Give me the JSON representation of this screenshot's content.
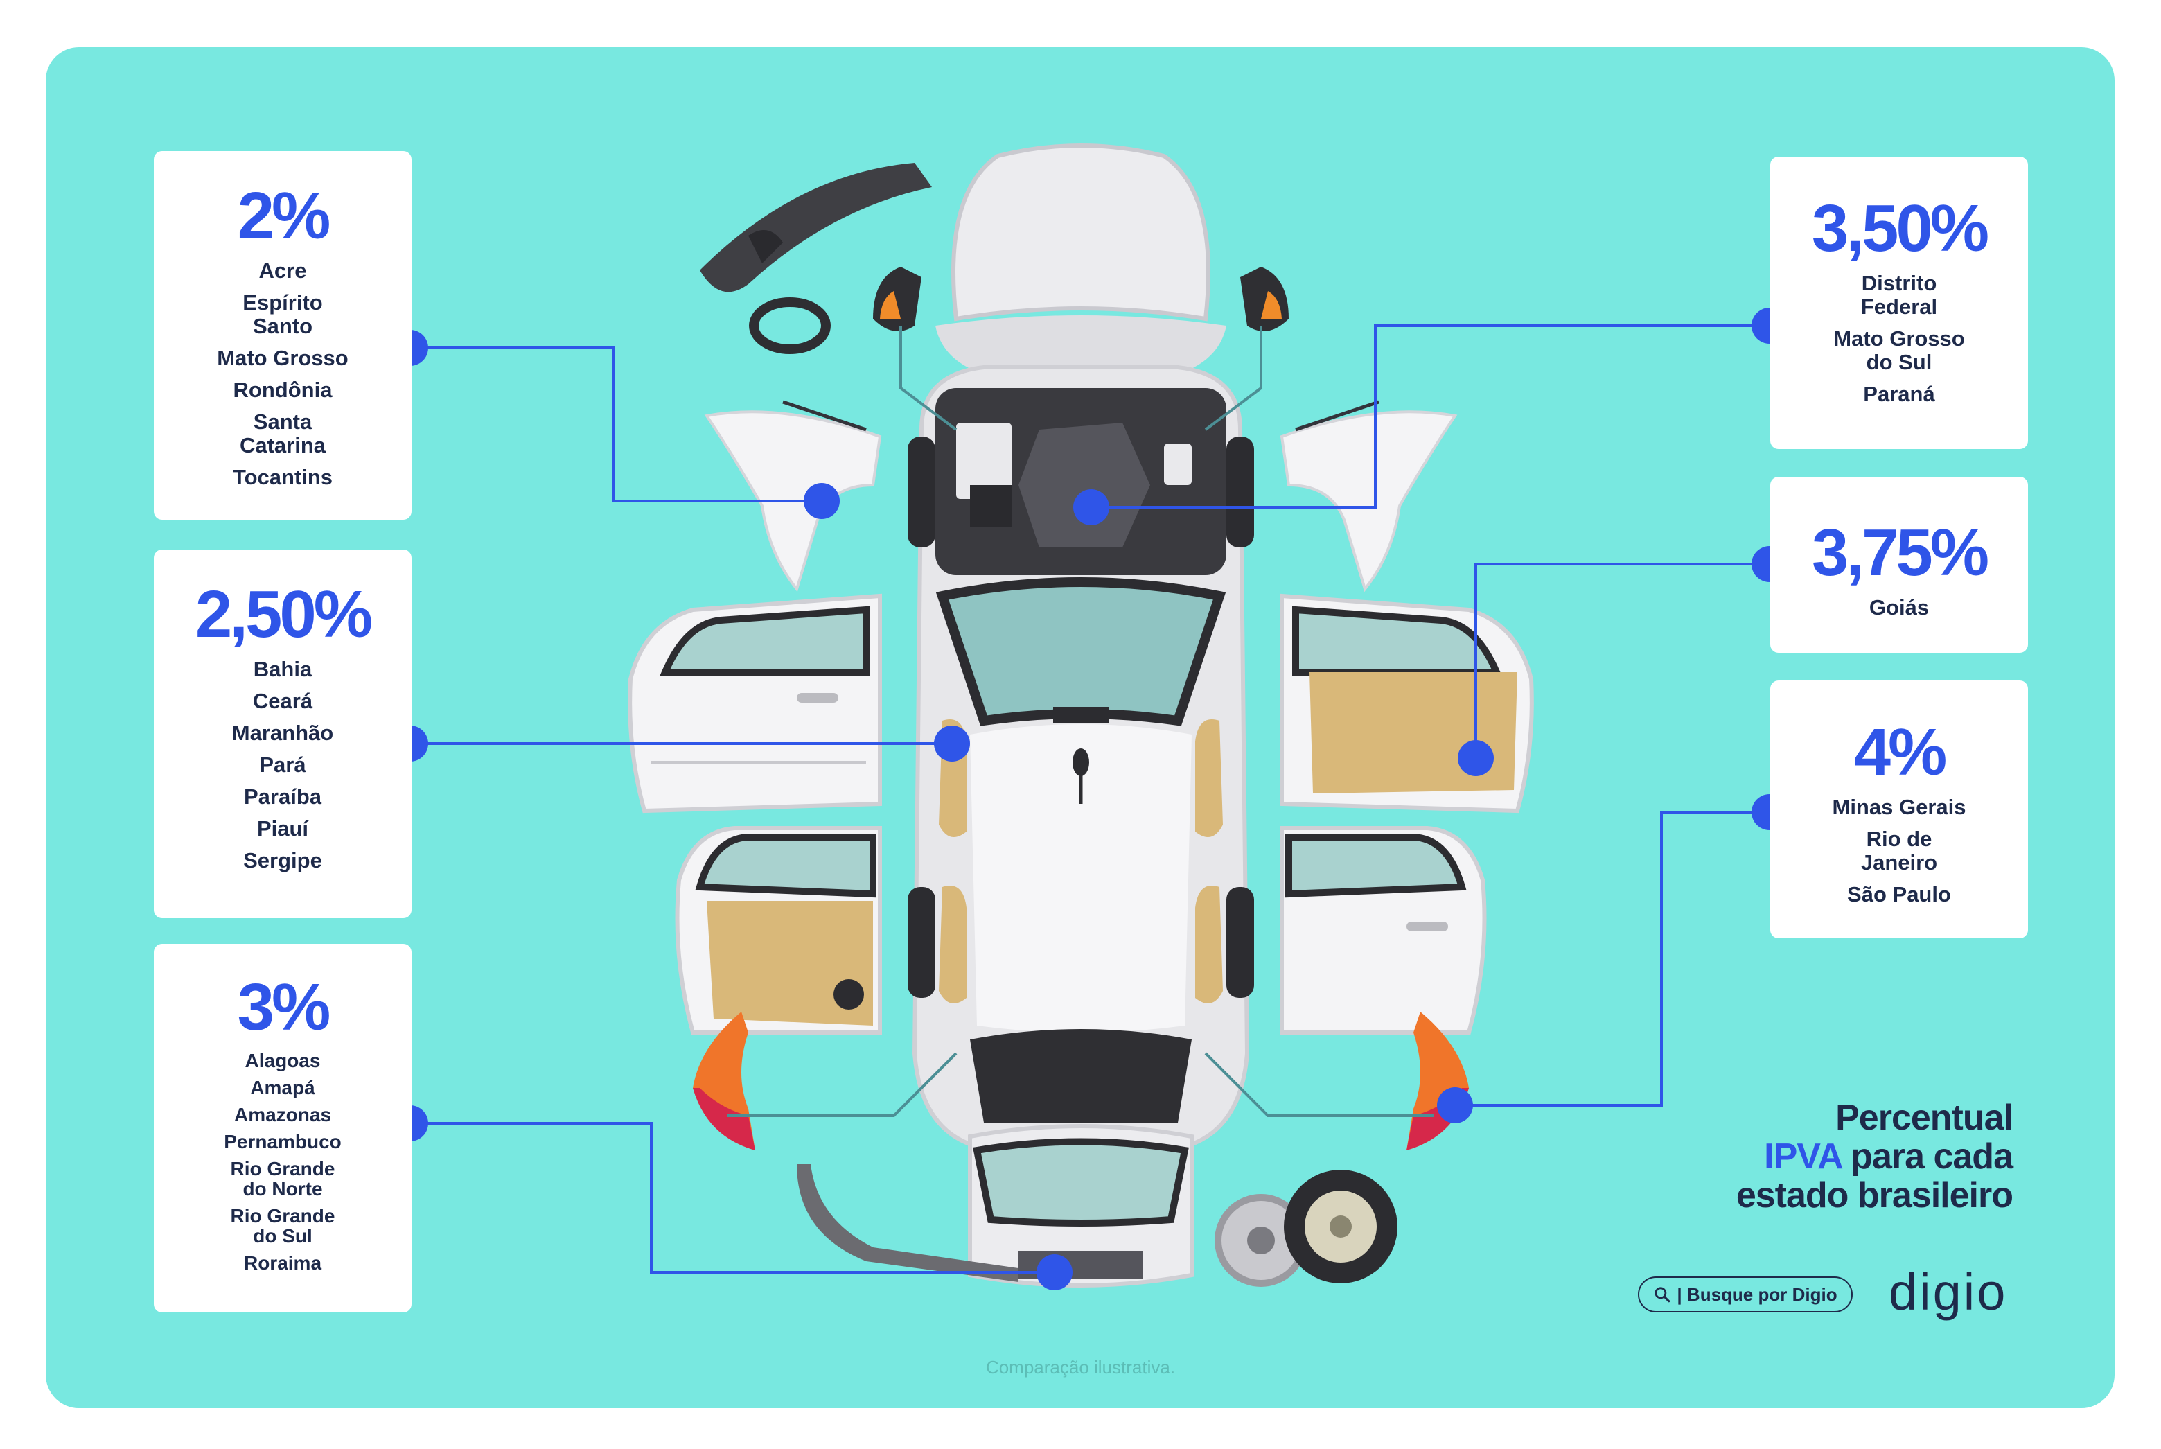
{
  "headline": {
    "line1": "Percentual",
    "line2_highlight": "IPVA",
    "line2_rest": " para cada",
    "line3": "estado brasileiro"
  },
  "search_button": {
    "label": "| Busque por Digio",
    "icon": "search-icon"
  },
  "brand": {
    "logo_text": "digio"
  },
  "disclaimer": "Comparação ilustrativa.",
  "colors": {
    "panel": "#78e8e0",
    "accent": "#2f55e8",
    "text": "#1e2a4a",
    "connector": "#2f55e8"
  },
  "rates": [
    {
      "rate": "2%",
      "states": [
        "Acre",
        "Espírito\nSanto",
        "Mato Grosso",
        "Rondônia",
        "Santa\nCatarina",
        "Tocantins"
      ]
    },
    {
      "rate": "2,50%",
      "states": [
        "Bahia",
        "Ceará",
        "Maranhão",
        "Pará",
        "Paraíba",
        "Piauí",
        "Sergipe"
      ]
    },
    {
      "rate": "3%",
      "states": [
        "Alagoas",
        "Amapá",
        "Amazonas",
        "Pernambuco",
        "Rio Grande\ndo Norte",
        "Rio Grande\ndo Sul",
        "Roraima"
      ]
    },
    {
      "rate": "3,50%",
      "states": [
        "Distrito\nFederal",
        "Mato Grosso\ndo Sul",
        "Paraná"
      ]
    },
    {
      "rate": "3,75%",
      "states": [
        "Goiás"
      ]
    },
    {
      "rate": "4%",
      "states": [
        "Minas Gerais",
        "Rio de\nJaneiro",
        "São Paulo"
      ]
    }
  ]
}
